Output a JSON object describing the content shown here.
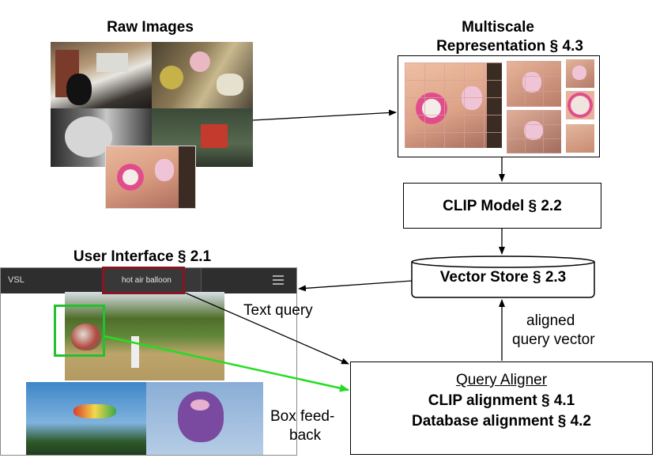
{
  "raw_images": {
    "title": "Raw Images"
  },
  "multiscale": {
    "title_line1": "Multiscale",
    "title_line2": "Representation § 4.3"
  },
  "clip_model": {
    "label": "CLIP Model  § 2.2"
  },
  "vector_store": {
    "label": "Vector Store § 2.3"
  },
  "query_aligner": {
    "title": "Query Aligner",
    "line1": "CLIP alignment  § 4.1",
    "line2": "Database alignment § 4.2"
  },
  "user_interface": {
    "title": "User Interface § 2.1",
    "app_name": "VSL",
    "search_value": "hot air balloon"
  },
  "edge_labels": {
    "text_query": "Text query",
    "aligned_line1": "aligned",
    "aligned_line2": "query vector",
    "box_feedback_line1": "Box feed-",
    "box_feedback_line2": "back"
  }
}
